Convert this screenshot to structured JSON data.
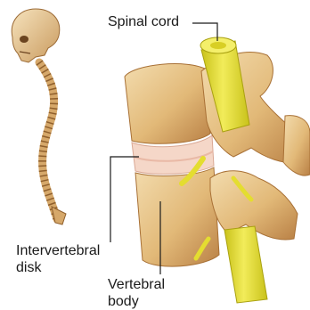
{
  "labels": {
    "spinal_cord": "Spinal cord",
    "intervertebral_disk_line1": "Intervertebral",
    "intervertebral_disk_line2": "disk",
    "vertebral_body_line1": "Vertebral",
    "vertebral_body_line2": "body"
  },
  "colors": {
    "background": "#ffffff",
    "bone": "#e2b978",
    "bone_shadow": "#c08a4e",
    "bone_highlight": "#f3dcae",
    "spinal_cord": "#e8e23a",
    "spinal_cord_shadow": "#c9c21a",
    "disk": "#f5d7c8",
    "leader_line": "#1a1a1a"
  }
}
